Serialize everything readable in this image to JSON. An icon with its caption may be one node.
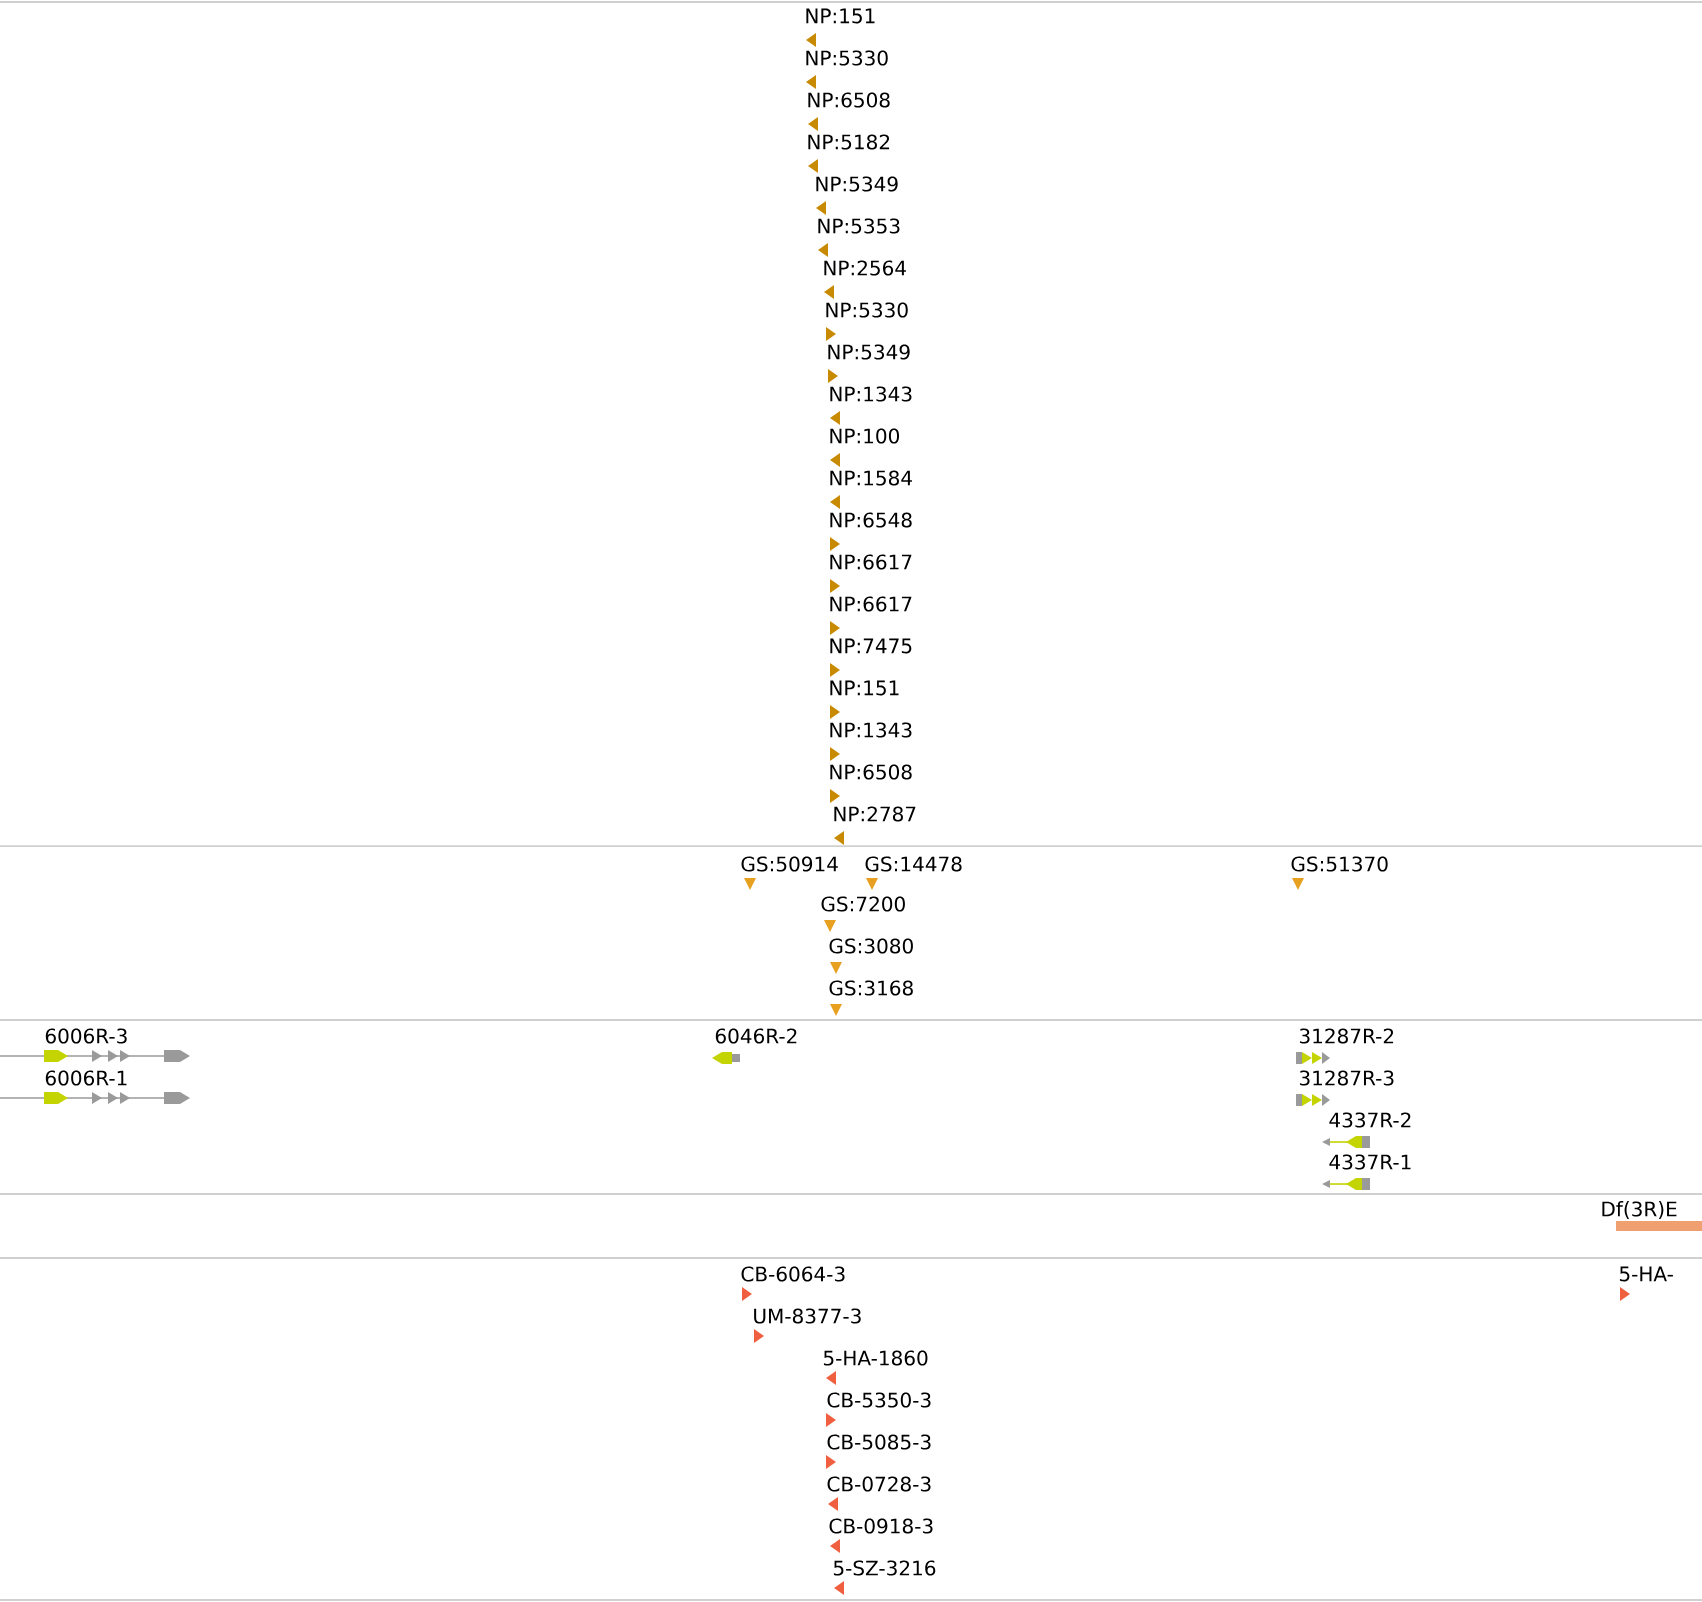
{
  "diagram": {
    "labels": [
      "NP:151",
      "NP:5330",
      "NP:6508",
      "NP:5182",
      "NP:5349",
      "NP:5353",
      "NP:2564",
      "NP:5330",
      "NP:5349",
      "NP:1343",
      "NP:100",
      "NP:1584",
      "NP:6548",
      "NP:6617",
      "NP:6617",
      "NP:7475",
      "NP:151",
      "NP:1343",
      "NP:6508",
      "NP:2787",
      "GS:50914",
      "GS:14478",
      "GS:51370",
      "GS:7200",
      "GS:3080",
      "GS:3168",
      "6006R-3",
      "6046R-2",
      "31287R-2",
      "6006R-1",
      "31287R-3",
      "4337R-2",
      "4337R-1",
      "Df(3R)E",
      "CB-6064-3",
      "5-HA-",
      "UM-8377-3",
      "5-HA-1860",
      "CB-5350-3",
      "CB-5085-3",
      "CB-0728-3",
      "CB-0918-3",
      "5-SZ-3216"
    ]
  }
}
